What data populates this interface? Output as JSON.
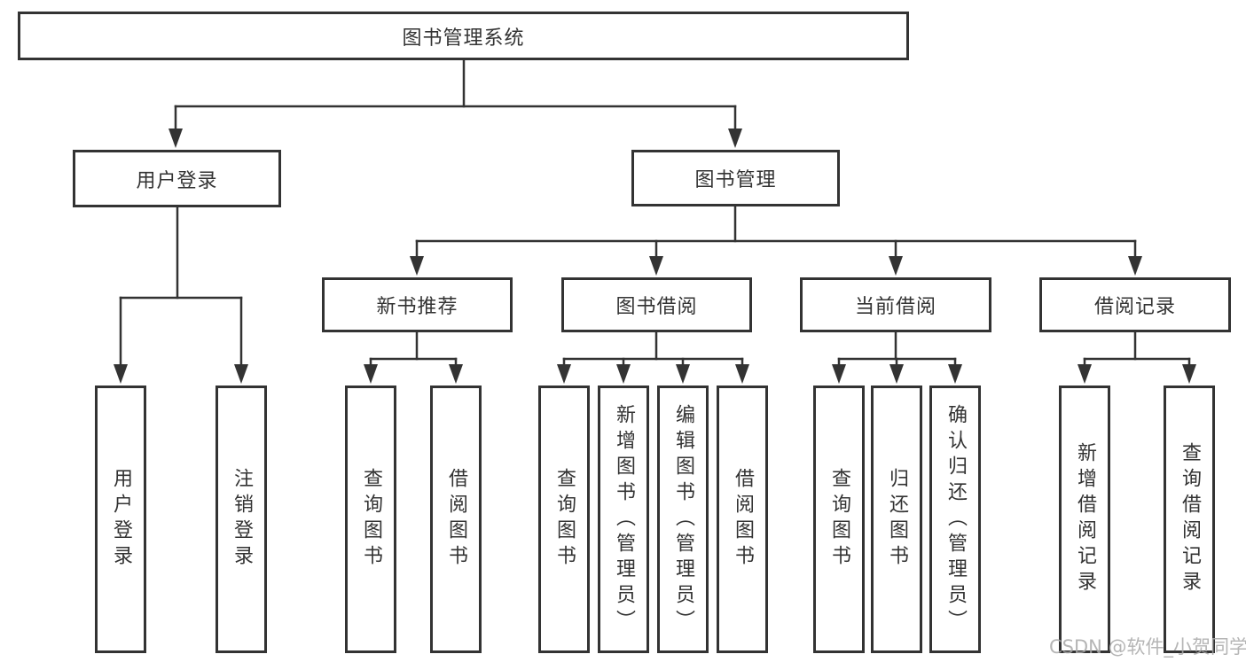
{
  "diagram": {
    "colors": {
      "line": "#333333",
      "box_background": "#ffffff",
      "text": "#333333",
      "watermark": "#a9a9a9"
    },
    "watermark": {
      "text": "CSDN @软件_小贺同学"
    },
    "tree": {
      "label": "图书管理系统",
      "children": [
        {
          "label": "用户登录",
          "children": [
            {
              "label": "用户登录"
            },
            {
              "label": "注销登录"
            }
          ]
        },
        {
          "label": "图书管理",
          "children": [
            {
              "label": "新书推荐",
              "children": [
                {
                  "label": "查询图书"
                },
                {
                  "label": "借阅图书"
                }
              ]
            },
            {
              "label": "图书借阅",
              "children": [
                {
                  "label": "查询图书"
                },
                {
                  "label": "新增图书（管理员）"
                },
                {
                  "label": "编辑图书（管理员）"
                },
                {
                  "label": "借阅图书"
                }
              ]
            },
            {
              "label": "当前借阅",
              "children": [
                {
                  "label": "查询图书"
                },
                {
                  "label": "归还图书"
                },
                {
                  "label": "确认归还（管理员）"
                }
              ]
            },
            {
              "label": "借阅记录",
              "children": [
                {
                  "label": "新增借阅记录"
                },
                {
                  "label": "查询借阅记录"
                }
              ]
            }
          ]
        }
      ]
    }
  }
}
